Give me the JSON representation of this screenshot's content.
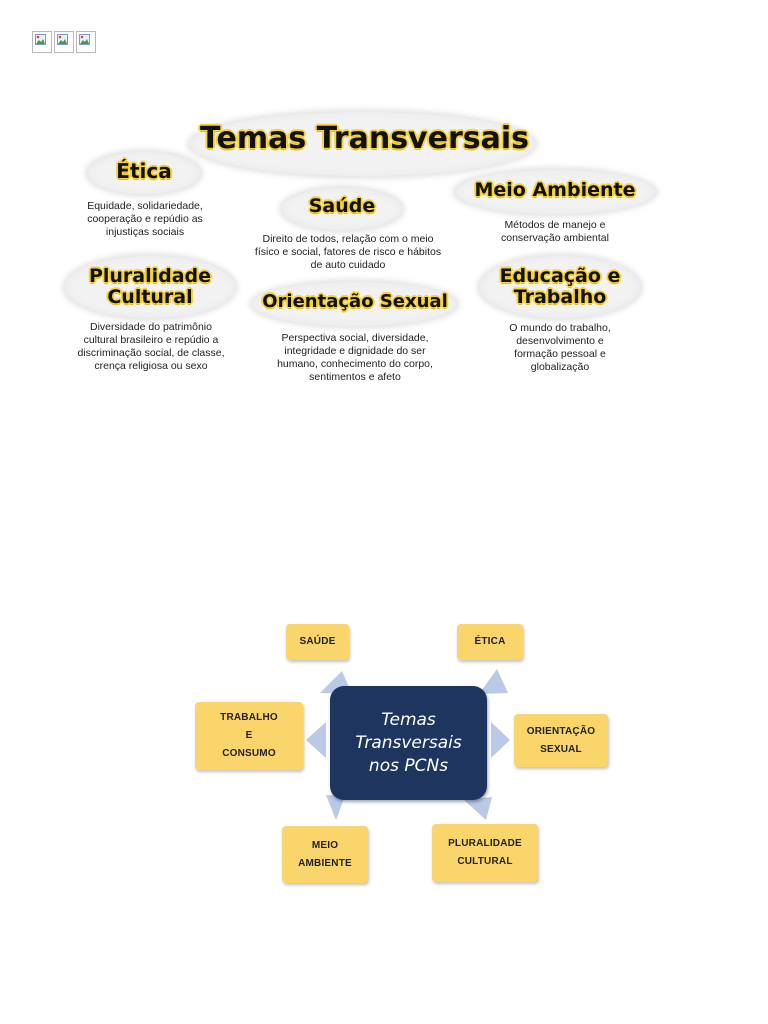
{
  "infographic": {
    "title": "Temas Transversais",
    "themes": [
      {
        "id": "etica",
        "heading": [
          "Ética"
        ],
        "description": [
          "Equidade, solidariedade,",
          "cooperação e repúdio as",
          "injustiças sociais"
        ]
      },
      {
        "id": "saude",
        "heading": [
          "Saúde"
        ],
        "description": [
          "Direito de todos, relação com o meio",
          "físico e social, fatores de risco e hábitos",
          "de auto cuidado"
        ]
      },
      {
        "id": "meio-ambiente",
        "heading": [
          "Meio Ambiente"
        ],
        "description": [
          "Métodos de manejo e",
          "conservação ambiental"
        ]
      },
      {
        "id": "pluralidade-cultural",
        "heading": [
          "Pluralidade",
          "Cultural"
        ],
        "description": [
          "Diversidade do patrimônio",
          "cultural brasileiro e repúdio a",
          "discriminação social, de classe,",
          "crença religiosa ou sexo"
        ]
      },
      {
        "id": "orientacao-sexual",
        "heading": [
          "Orientação Sexual"
        ],
        "description": [
          "Perspectiva social, diversidade,",
          "integridade e dignidade do ser",
          "humano, conhecimento do corpo,",
          "sentimentos e afeto"
        ]
      },
      {
        "id": "educacao-trabalho",
        "heading": [
          "Educação e",
          "Trabalho"
        ],
        "description": [
          "O mundo do trabalho,",
          "desenvolvimento e",
          "formação pessoal e",
          "globalização"
        ]
      }
    ]
  },
  "diagram": {
    "center": [
      "Temas",
      "Transversais",
      "nos PCNs"
    ],
    "nodes": [
      {
        "id": "saude",
        "label": [
          "SAÚDE"
        ]
      },
      {
        "id": "etica",
        "label": [
          "ÉTICA"
        ]
      },
      {
        "id": "trabalho-consumo",
        "label": [
          "TRABALHO",
          "E",
          "CONSUMO"
        ]
      },
      {
        "id": "orientacao-sexual",
        "label": [
          "ORIENTAÇÃO",
          "SEXUAL"
        ]
      },
      {
        "id": "meio-ambiente",
        "label": [
          "MEIO",
          "AMBIENTE"
        ]
      },
      {
        "id": "pluralidade-cultural",
        "label": [
          "PLURALIDADE",
          "CULTURAL"
        ]
      }
    ],
    "colors": {
      "center_fill": "#1e3560",
      "node_fill": "#fad56b",
      "arrow_fill": "#b9c9e6",
      "heading_highlight": "#f5d23a"
    }
  }
}
